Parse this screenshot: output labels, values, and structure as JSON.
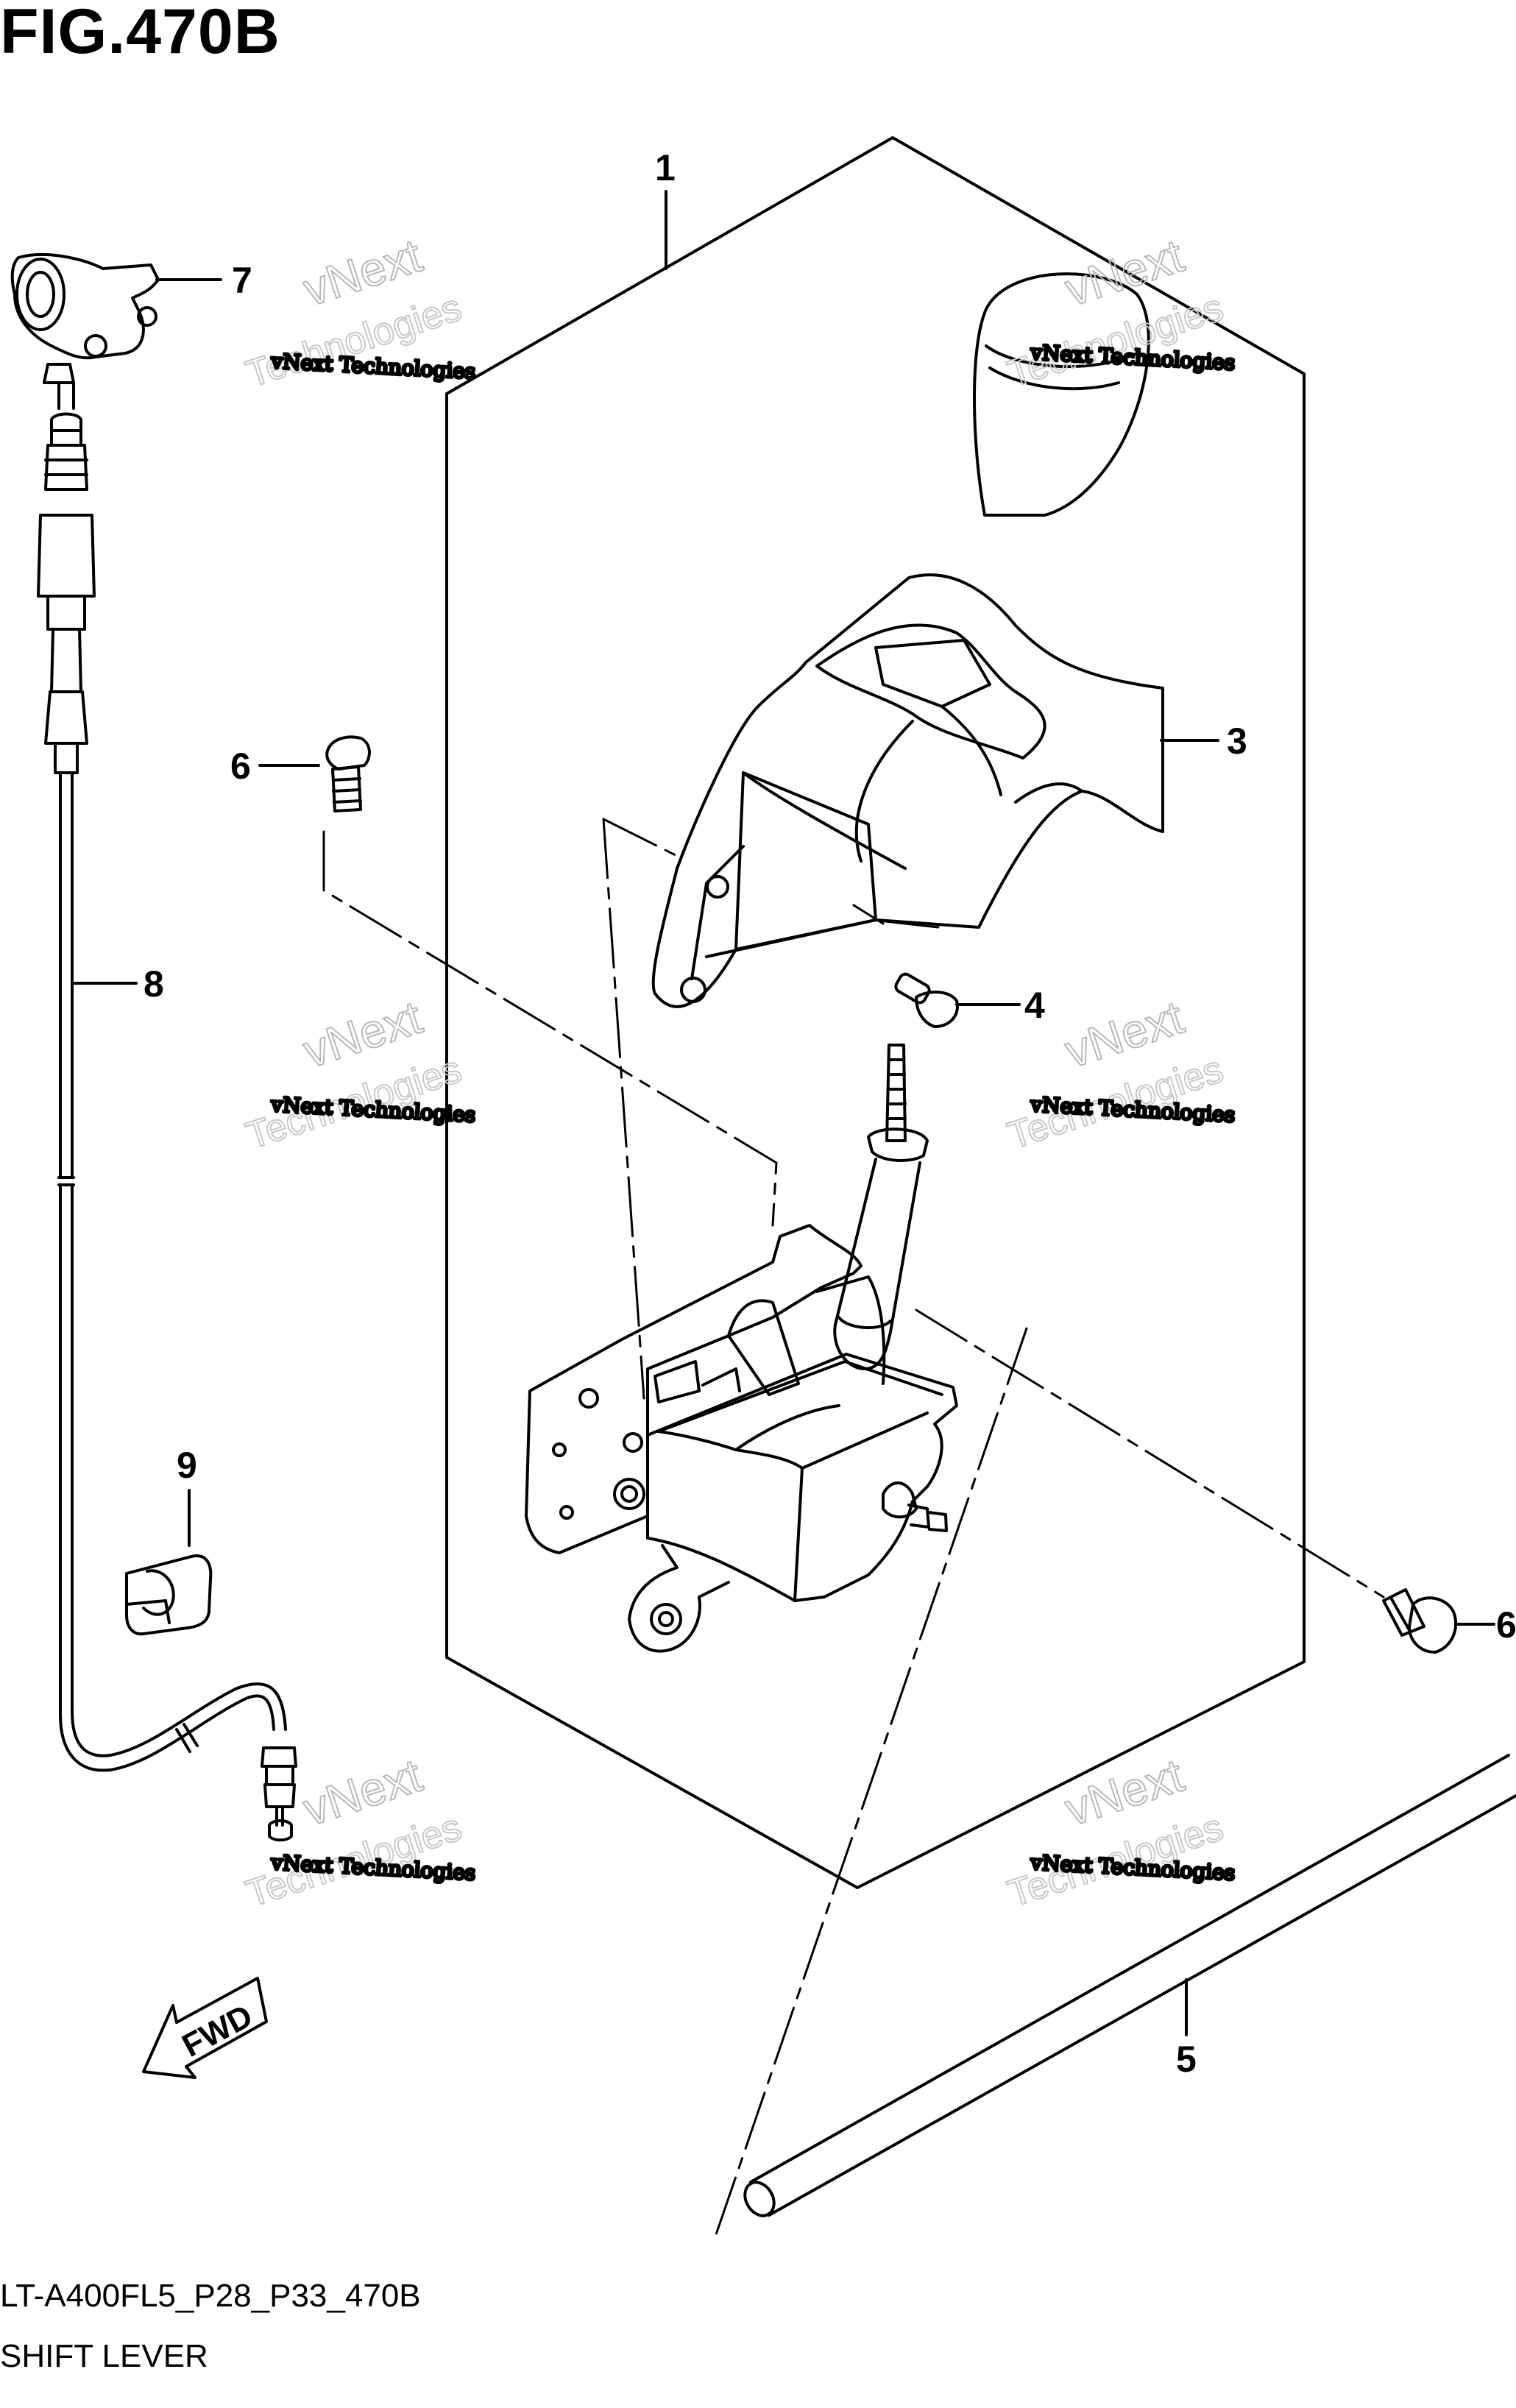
{
  "figure": {
    "title": "FIG.470B",
    "model_code": "LT-A400FL5_P28_P33_470B",
    "name": "SHIFT LEVER"
  },
  "callouts": [
    {
      "label": "1",
      "part": "shift-lever-assembly"
    },
    {
      "label": "3",
      "part": "shift-lever-boot-cover"
    },
    {
      "label": "4",
      "part": "bolt"
    },
    {
      "label": "5",
      "part": "rod"
    },
    {
      "label": "6",
      "part": "bolt"
    },
    {
      "label": "6",
      "part": "bolt"
    },
    {
      "label": "7",
      "part": "cable-clamp"
    },
    {
      "label": "8",
      "part": "shift-cable"
    },
    {
      "label": "9",
      "part": "cable-clip"
    }
  ],
  "fwd_arrow": {
    "label": "FWD"
  },
  "watermark": {
    "line1": "vNext Technologies",
    "line2": "vNext",
    "line3": "Technologies"
  },
  "colors": {
    "ink": "#000000",
    "watermark": "#9a9a9a",
    "background": "#ffffff"
  }
}
